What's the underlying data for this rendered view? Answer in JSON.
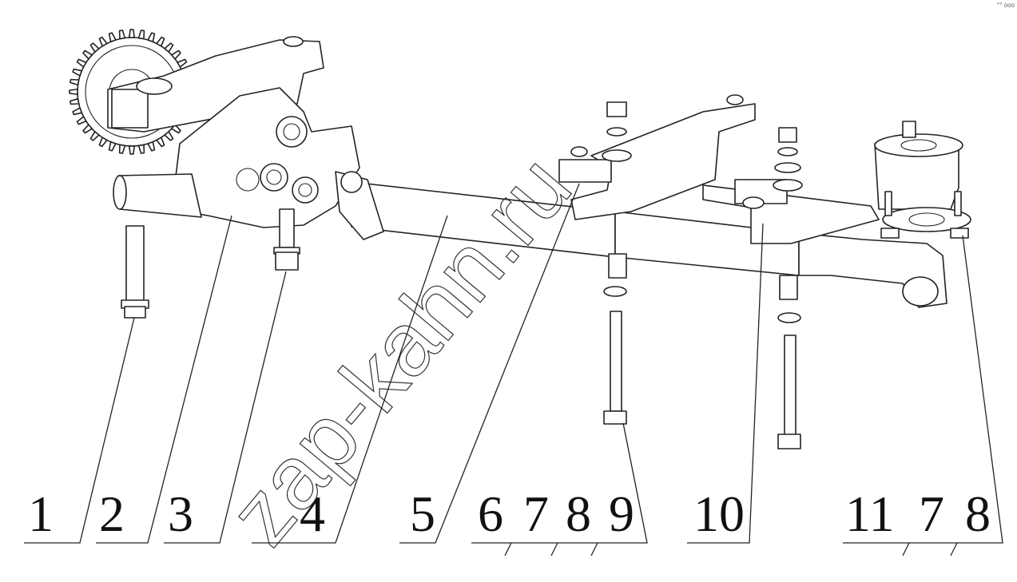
{
  "watermark": "zap-kahn.ru",
  "corner_mark": "°° ooo",
  "callouts": [
    {
      "id": "c1",
      "label": "1"
    },
    {
      "id": "c2",
      "label": "2"
    },
    {
      "id": "c3",
      "label": "3"
    },
    {
      "id": "c4",
      "label": "4"
    },
    {
      "id": "c5",
      "label": "5"
    },
    {
      "id": "c6",
      "label": "6"
    },
    {
      "id": "c7",
      "label": "7"
    },
    {
      "id": "c8",
      "label": "8"
    },
    {
      "id": "c9",
      "label": "9"
    },
    {
      "id": "c10",
      "label": "10"
    },
    {
      "id": "c11",
      "label": "11"
    },
    {
      "id": "c7b",
      "label": "7"
    },
    {
      "id": "c8b",
      "label": "8"
    }
  ]
}
